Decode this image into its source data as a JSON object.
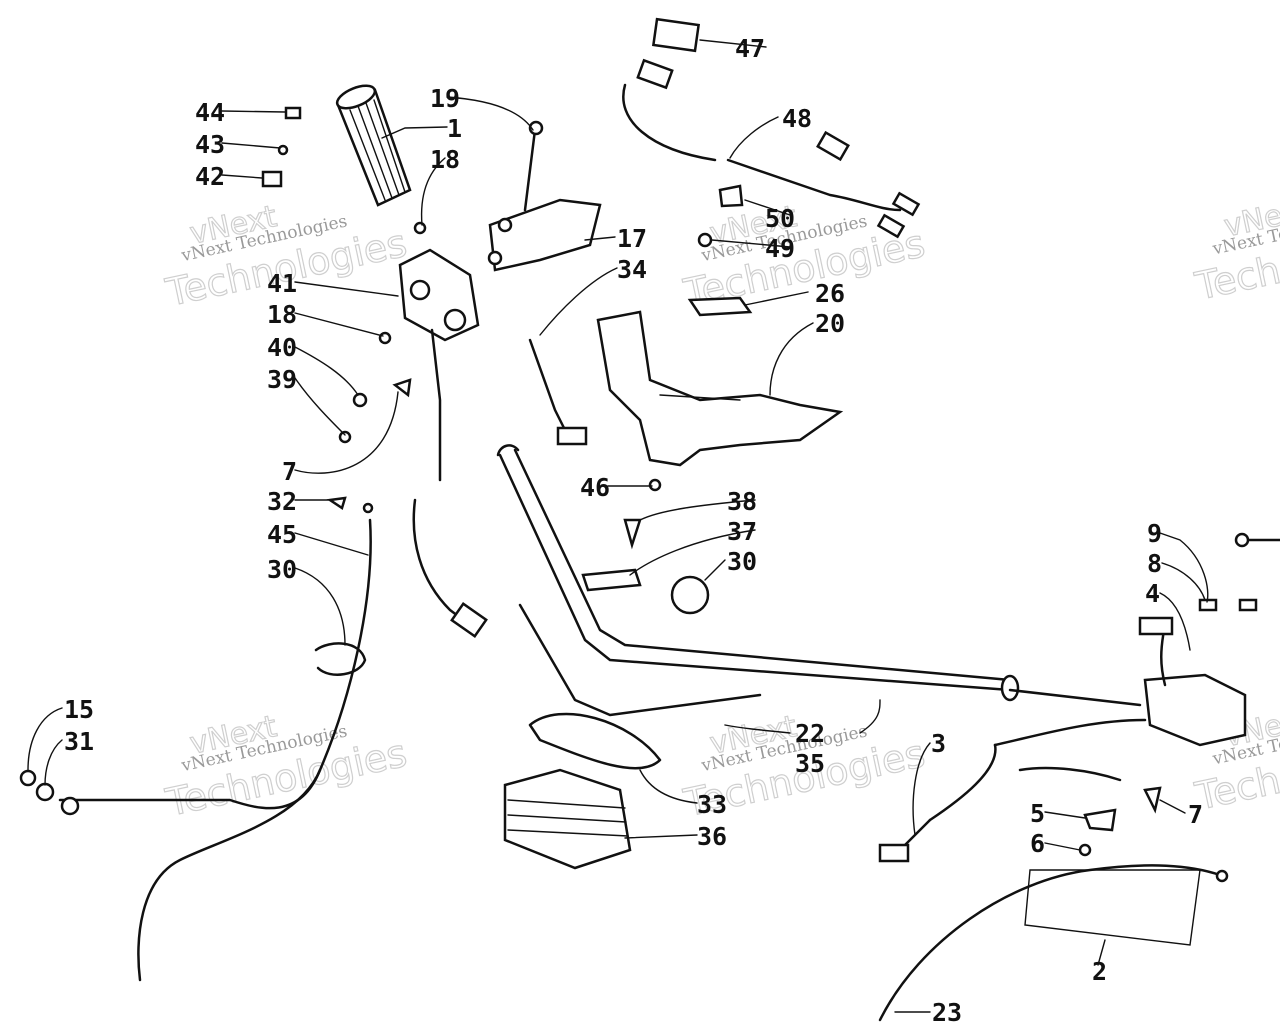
{
  "labels": {
    "l1": "1",
    "l2": "2",
    "l3": "3",
    "l4": "4",
    "l5": "5",
    "l6": "6",
    "l7a": "7",
    "l7b": "7",
    "l8": "8",
    "l9": "9",
    "l15": "15",
    "l17": "17",
    "l18a": "18",
    "l18b": "18",
    "l19": "19",
    "l20": "20",
    "l22": "22",
    "l23": "23",
    "l26": "26",
    "l30a": "30",
    "l30b": "30",
    "l31": "31",
    "l32": "32",
    "l33": "33",
    "l34": "34",
    "l35": "35",
    "l36": "36",
    "l37": "37",
    "l38": "38",
    "l39": "39",
    "l40": "40",
    "l41": "41",
    "l42": "42",
    "l43": "43",
    "l44": "44",
    "l45": "45",
    "l46": "46",
    "l47": "47",
    "l48": "48",
    "l49": "49",
    "l50": "50"
  },
  "watermark": {
    "brand": "vNext",
    "company": "vNext Technologies",
    "word": "Technologies"
  }
}
